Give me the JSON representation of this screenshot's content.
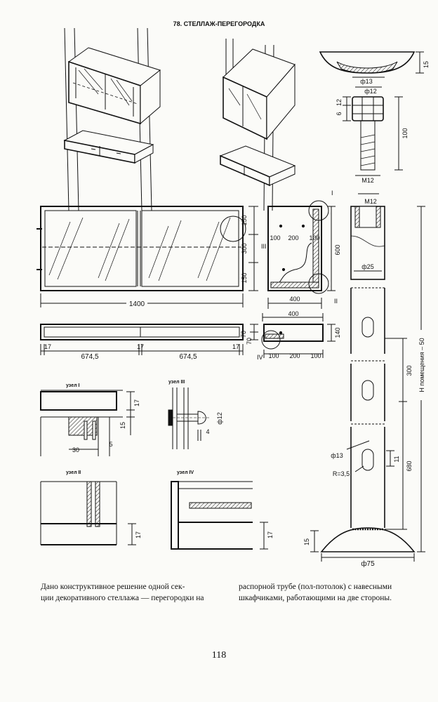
{
  "page": {
    "title": "78. СТЕЛЛАЖ-ПЕРЕГОРОДКА",
    "number": "118"
  },
  "caption": {
    "left": [
      "Дано конструктивное решение одной сек-",
      "ции декоративного стеллажа — перегородки на"
    ],
    "right": [
      "распорной  трубе  (пол-потолок)  с  навесными",
      "шкафчиками, работающими  на  две стороны."
    ]
  },
  "front_view": {
    "width": "1400",
    "heights": [
      "150",
      "300",
      "150"
    ],
    "node_mark": "III"
  },
  "plan_view": {
    "dims": [
      "17",
      "674,5",
      "17",
      "674,5",
      "17"
    ],
    "heights": [
      "70",
      "70"
    ]
  },
  "section_cabinet": {
    "height": "600",
    "width": "400",
    "marks": [
      "100",
      "200",
      "100"
    ],
    "nodes": [
      "I",
      "II"
    ]
  },
  "section_shelf": {
    "width": "400",
    "height": "140",
    "marks": [
      "100",
      "200",
      "100"
    ],
    "node": "IV"
  },
  "node_1": {
    "title": "узел I",
    "dims": [
      "17",
      "15",
      "30",
      "5"
    ]
  },
  "node_2": {
    "title": "узел II",
    "dims": [
      "17"
    ]
  },
  "node_3": {
    "title": "узел III",
    "dims": [
      "ф12",
      "4"
    ]
  },
  "node_4": {
    "title": "узел IV",
    "dims": [
      "17"
    ]
  },
  "pipe": {
    "top": {
      "h": "15",
      "d_hole": "ф13",
      "d_bolt": "ф12",
      "h1": "12",
      "h2": "6",
      "length": "100",
      "thread": "M12"
    },
    "body": {
      "thread": "M12",
      "diameter": "ф25",
      "room_height": "H помещения – 50",
      "spacing": "300",
      "lower": "680"
    },
    "hole": {
      "d": "ф13",
      "radius": "R=3,5",
      "h": "11"
    },
    "base": {
      "h": "15",
      "diameter": "ф75"
    }
  }
}
